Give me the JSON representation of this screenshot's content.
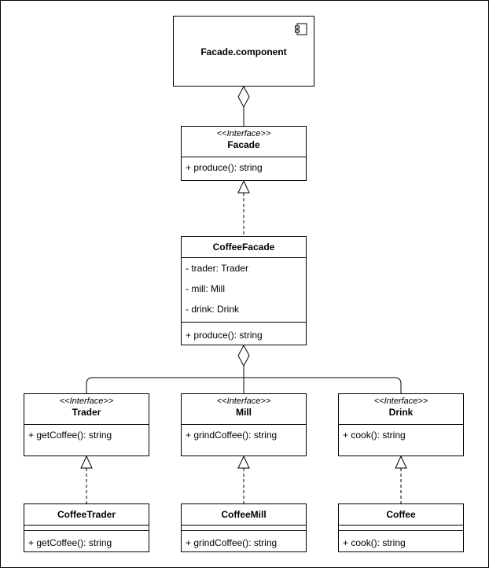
{
  "diagram": {
    "component": {
      "name": "Facade.component",
      "icon": "component-icon"
    },
    "facade": {
      "stereotype": "<<Interface>>",
      "name": "Facade",
      "methods": [
        "+ produce(): string"
      ]
    },
    "coffee_facade": {
      "name": "CoffeeFacade",
      "attributes": [
        "- trader: Trader",
        "- mill: Mill",
        "- drink: Drink"
      ],
      "methods": [
        "+ produce(): string"
      ]
    },
    "trader": {
      "stereotype": "<<Interface>>",
      "name": "Trader",
      "methods": [
        "+ getCoffee(): string"
      ]
    },
    "mill": {
      "stereotype": "<<Interface>>",
      "name": "Mill",
      "methods": [
        "+ grindCoffee(): string"
      ]
    },
    "drink": {
      "stereotype": "<<Interface>>",
      "name": "Drink",
      "methods": [
        "+ cook(): string"
      ]
    },
    "coffee_trader": {
      "name": "CoffeeTrader",
      "methods": [
        "+ getCoffee(): string"
      ]
    },
    "coffee_mill": {
      "name": "CoffeeMill",
      "methods": [
        "+ grindCoffee(): string"
      ]
    },
    "coffee": {
      "name": "Coffee",
      "methods": [
        "+ cook(): string"
      ]
    }
  }
}
